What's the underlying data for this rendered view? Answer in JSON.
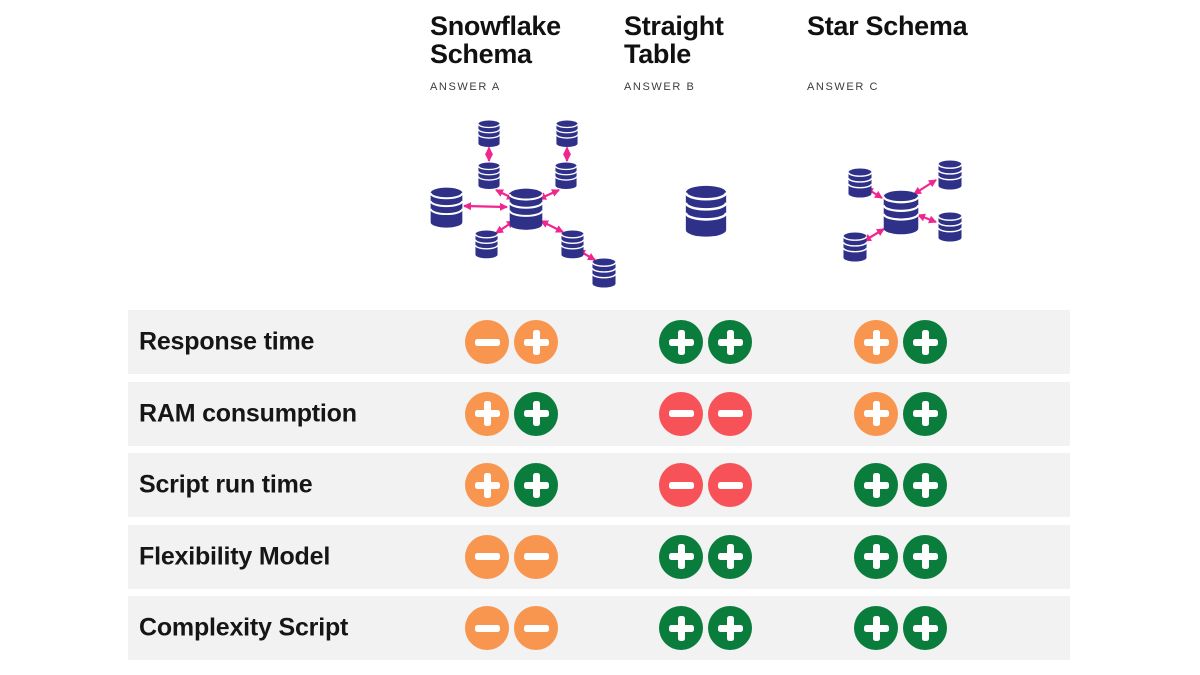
{
  "colors": {
    "navy": "#2F3189",
    "pink": "#F0268E",
    "orange": "#F8954F",
    "green": "#0A7D3C",
    "red": "#F75257",
    "row_bg": "#F2F2F2",
    "title_text": "#111111",
    "answer_text": "#3C3C3C",
    "label_text": "#161616"
  },
  "columns": [
    {
      "id": "A",
      "title": "Snowflake Schema",
      "answer_label": "ANSWER A",
      "diagram": "snowflake-schema-diagram"
    },
    {
      "id": "B",
      "title": "Straight Table",
      "answer_label": "ANSWER B",
      "diagram": "single-table-diagram"
    },
    {
      "id": "C",
      "title": "Star Schema",
      "answer_label": "ANSWER C",
      "diagram": "star-schema-diagram"
    }
  ],
  "icons": {
    "database": "database-cylinder-icon",
    "relation": "relation-arrow-icon",
    "plus": "plus-icon",
    "minus": "minus-icon"
  },
  "table": {
    "rows": [
      {
        "label": "Response time",
        "cells": [
          [
            {
              "sign": "minus",
              "color": "orange"
            },
            {
              "sign": "plus",
              "color": "orange"
            }
          ],
          [
            {
              "sign": "plus",
              "color": "green"
            },
            {
              "sign": "plus",
              "color": "green"
            }
          ],
          [
            {
              "sign": "plus",
              "color": "orange"
            },
            {
              "sign": "plus",
              "color": "green"
            }
          ]
        ]
      },
      {
        "label": "RAM consumption",
        "cells": [
          [
            {
              "sign": "plus",
              "color": "orange"
            },
            {
              "sign": "plus",
              "color": "green"
            }
          ],
          [
            {
              "sign": "minus",
              "color": "red"
            },
            {
              "sign": "minus",
              "color": "red"
            }
          ],
          [
            {
              "sign": "plus",
              "color": "orange"
            },
            {
              "sign": "plus",
              "color": "green"
            }
          ]
        ]
      },
      {
        "label": "Script run time",
        "cells": [
          [
            {
              "sign": "plus",
              "color": "orange"
            },
            {
              "sign": "plus",
              "color": "green"
            }
          ],
          [
            {
              "sign": "minus",
              "color": "red"
            },
            {
              "sign": "minus",
              "color": "red"
            }
          ],
          [
            {
              "sign": "plus",
              "color": "green"
            },
            {
              "sign": "plus",
              "color": "green"
            }
          ]
        ]
      },
      {
        "label": "Flexibility Model",
        "cells": [
          [
            {
              "sign": "minus",
              "color": "orange"
            },
            {
              "sign": "minus",
              "color": "orange"
            }
          ],
          [
            {
              "sign": "plus",
              "color": "green"
            },
            {
              "sign": "plus",
              "color": "green"
            }
          ],
          [
            {
              "sign": "plus",
              "color": "green"
            },
            {
              "sign": "plus",
              "color": "green"
            }
          ]
        ]
      },
      {
        "label": "Complexity Script",
        "cells": [
          [
            {
              "sign": "minus",
              "color": "orange"
            },
            {
              "sign": "minus",
              "color": "orange"
            }
          ],
          [
            {
              "sign": "plus",
              "color": "green"
            },
            {
              "sign": "plus",
              "color": "green"
            }
          ],
          [
            {
              "sign": "plus",
              "color": "green"
            },
            {
              "sign": "plus",
              "color": "green"
            }
          ]
        ]
      }
    ]
  }
}
